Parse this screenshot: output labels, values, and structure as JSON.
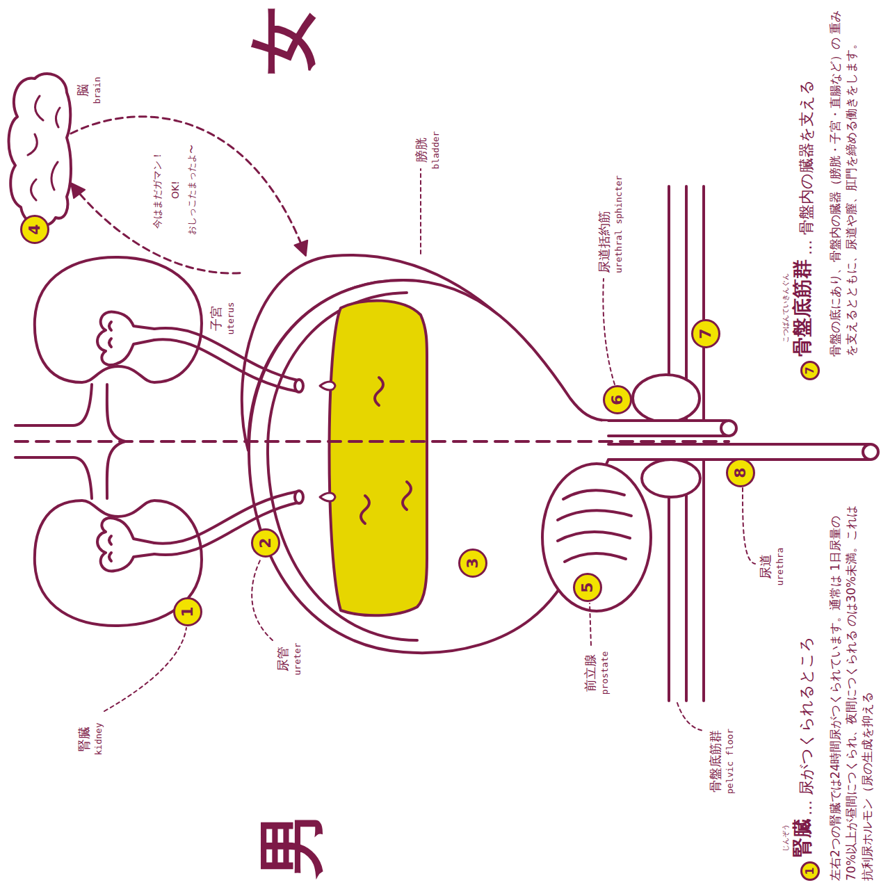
{
  "diagram": {
    "nodes": [
      {
        "text": [
          "脳",
          "brain"
        ]
      },
      {
        "text": [
          "膀胱",
          "bladder"
        ]
      }
    ],
    "edges": [
      {
        "from": 0,
        "to": 1,
        "arrow": "to",
        "label": "今はまだガマン！"
      },
      {
        "from": 1,
        "to": 0,
        "arrow": "to",
        "label": "おしっこたまったよ〜"
      }
    ],
    "labels": [
      "女",
      "男",
      "4",
      "OK!",
      "腎臓",
      "kidney",
      "1",
      "尿管",
      "ureter",
      "2",
      "子宮",
      "uterus",
      "3",
      "5",
      "前立腺",
      "prostate",
      "6",
      "尿道括約筋",
      "urethral sphincter",
      "7",
      "8",
      "骨盤底筋群",
      "pelvic floor",
      "尿道",
      "urethra",
      "1",
      "じんぞう",
      "腎臓",
      "… 尿がつくられるところ",
      "左右2つの腎臓では24時間尿がつくられています。通常は 1日尿量の70%以上が昼間につくられ、夜間につくられる のは30%未満。これは抗利尿ホルモン（尿の生成を抑える",
      "7",
      "こつばんていきんぐん",
      "骨盤底筋群",
      "… 骨盤内の臓器を支える",
      "骨盤の底にあり、骨盤内の臓器（膀胱・子宮・直腸など）の 重みを支えるとともに、尿道や膣、肛門を締める働きをします。"
    ]
  }
}
